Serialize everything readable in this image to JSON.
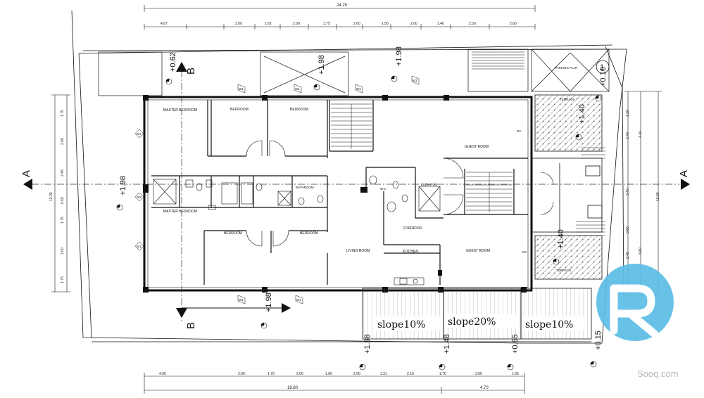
{
  "top_dims": {
    "overall": "24.25",
    "segments": [
      "4.87",
      "2.00",
      "1.62",
      "2.00",
      "1.75",
      "2.00",
      "1.50",
      "2.00",
      "1.40",
      "2.50",
      "2.60"
    ]
  },
  "bottom_dims": {
    "segments": [
      "4.95",
      "2.00",
      "1.70",
      "2.00",
      "1.60",
      "2.00",
      "1.31",
      "2.19",
      "1.70",
      "3.00",
      "1.05"
    ],
    "totals": [
      "18.80",
      "4.70"
    ]
  },
  "left_dims": {
    "segments": [
      "1.75",
      "2.00",
      "2.45",
      "0.60",
      "1.75",
      "2.00",
      "1.75"
    ],
    "total": "12.30"
  },
  "right_dims": {
    "inner": [
      "1.20",
      "2.40",
      "3.40",
      "0.80",
      "2.40"
    ],
    "mid": [
      "4.40",
      "3.80"
    ],
    "total": "12.30"
  },
  "rooms": {
    "master_bedroom_top": "MASTER BEDROOM",
    "bedroom_1": "BEDROOM",
    "bedroom_2": "BEDROOM",
    "bathroom": "BATHROOM",
    "master_bedroom_bottom": "MASTER BEDROOM",
    "bedroom_3": "BEDROOM",
    "bedroom_4": "BEDROOM",
    "living_room": "LIVING ROOM",
    "kitchen": "KITCHEN",
    "corridor": "CORRIDOR",
    "elevator": "ELEVATOR",
    "wc": "W.C",
    "guest_room_top": "GUEST ROOM",
    "guest_room_bottom": "GUEST ROOM",
    "terrace_top": "TERRACE",
    "terrace_bottom": "TERRACE",
    "parking_plot": "PARKING PLOT"
  },
  "levels": {
    "l_062": "+0.62",
    "l_198_top_a": "+1.98",
    "l_198_top_b": "+1.98",
    "l_010": "+0.10",
    "l_140_top": "+1.40",
    "l_198_left": "+1.98",
    "l_140_bottom": "+1.40",
    "l_198_bottom": "+1.98",
    "l_198_base": "+1.98",
    "l_148": "+1.48",
    "l_065": "+0.65",
    "l_015": "+0.15"
  },
  "slopes": [
    "slope10%",
    "slope20%",
    "slope10%"
  ],
  "sections": {
    "a": "A",
    "b": "B"
  },
  "window_tag": "W1",
  "window_tag_2": "W2",
  "door_tag": "D3",
  "marker_number": "1",
  "watermark": "Sooq.com",
  "colors": {
    "line": "#111111",
    "grid": "#6a6a6a",
    "logo": "#5bbde6"
  }
}
